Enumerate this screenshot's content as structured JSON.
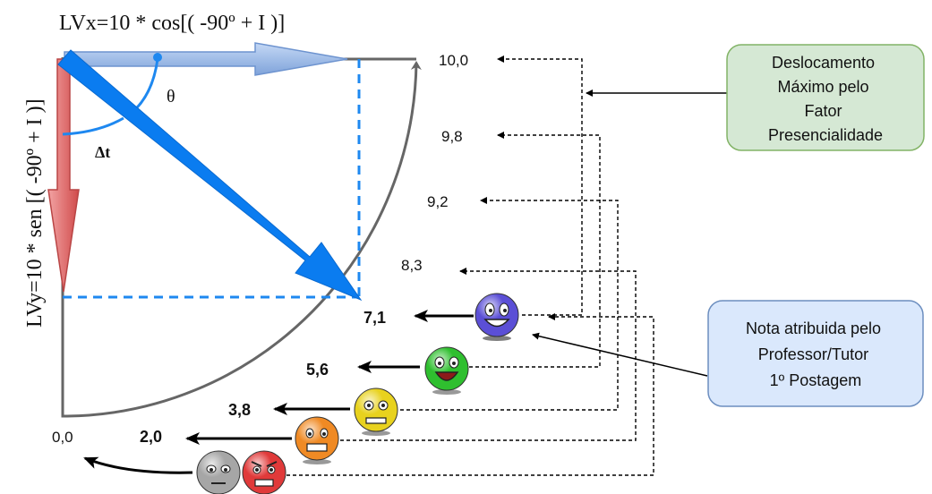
{
  "formulas": {
    "lvx": "LVx=10 * cos[( -90º + I )]",
    "lvy": "LVy=10 * sen [( -90º + I )]"
  },
  "angle_labels": {
    "theta": "θ",
    "delta_t": "Δt"
  },
  "scale_labels": {
    "max": "10,0",
    "v98": "9,8",
    "v92": "9,2",
    "v83": "8,3",
    "origin": "0,0"
  },
  "grade_labels": {
    "g71": "7,1",
    "g56": "5,6",
    "g38": "3,8",
    "g20": "2,0"
  },
  "callouts": {
    "displacement": {
      "lines": [
        "Deslocamento",
        "Máximo pelo",
        "Fator",
        "Presencialidade"
      ],
      "fill": "#d5e8d4",
      "stroke": "#82b366"
    },
    "grade_note": {
      "lines": [
        "Nota atribuida pelo",
        "Professor/Tutor",
        "1º Postagem"
      ],
      "fill": "#dae8fc",
      "stroke": "#6c8ebf"
    }
  },
  "emoji_faces": [
    {
      "name": "grin-purple-face-icon",
      "color": "#5b4fd6"
    },
    {
      "name": "laugh-green-face-icon",
      "color": "#2fbf2f"
    },
    {
      "name": "worried-yellow-face-icon",
      "color": "#e8d21e"
    },
    {
      "name": "grimace-orange-face-icon",
      "color": "#f08a24"
    },
    {
      "name": "neutral-gray-face-icon",
      "color": "#a6a6a6"
    },
    {
      "name": "angry-red-face-icon",
      "color": "#e03a3a"
    }
  ],
  "colors": {
    "result_vector": "#0a7cf0",
    "x_vector": "#9bb9e6",
    "y_vector": "#e06a6a",
    "arc": "#666666",
    "projection": "#1e88f0"
  }
}
